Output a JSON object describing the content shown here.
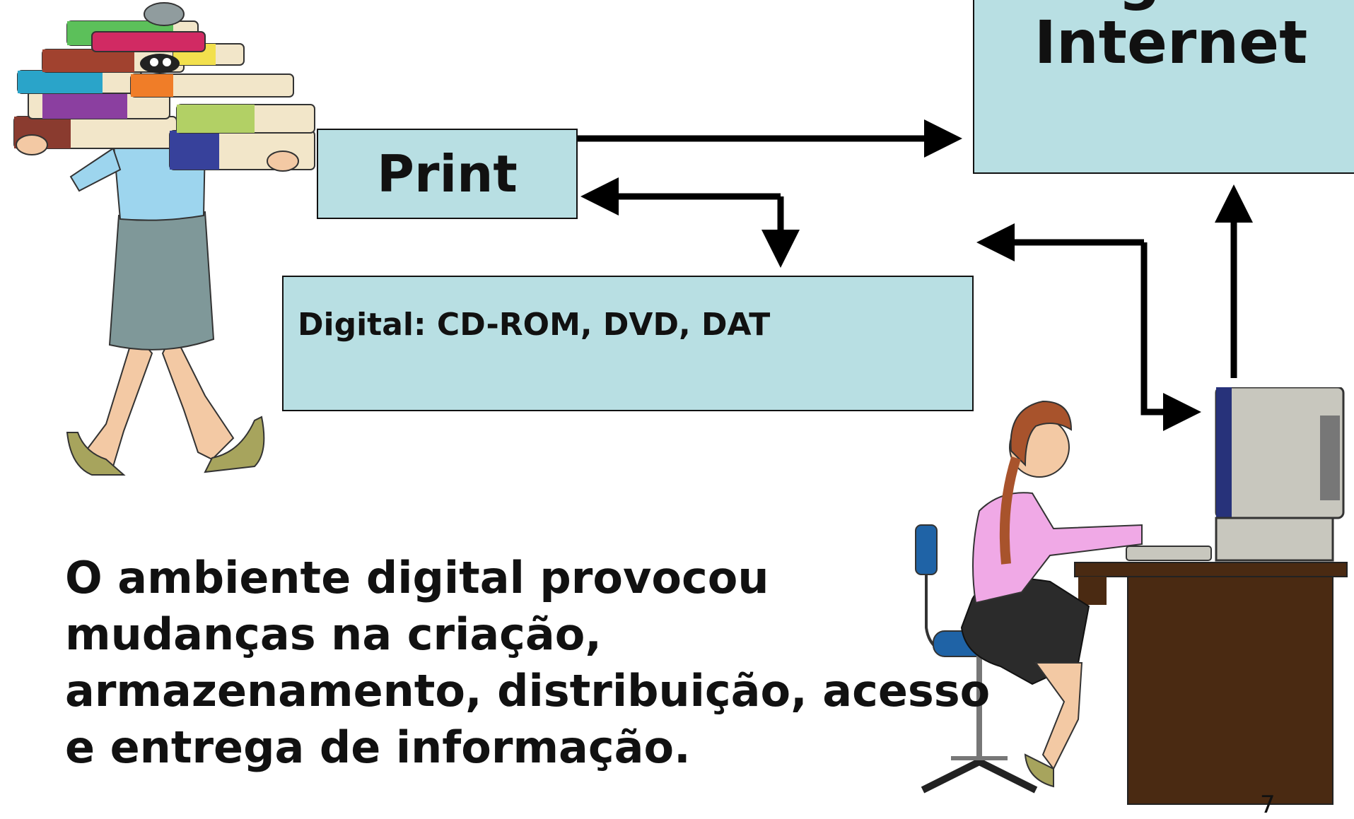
{
  "diagram": {
    "internet_box": {
      "label": "Digital:\nInternet"
    },
    "print_box": {
      "label": "Print"
    },
    "media_box": {
      "label": "Digital: CD-ROM, DVD, DAT"
    }
  },
  "statement": {
    "lines": [
      "O ambiente digital provocou",
      "mudanças na criação,",
      "armazenamento, distribuição, acesso",
      "e entrega de informação."
    ]
  },
  "page_number": "7",
  "colors": {
    "box_fill": "#b8dfe3",
    "arrow": "#000000",
    "desk": "#4a2a12",
    "blouse": "#f0a9e6",
    "chair": "#1f63a6"
  },
  "illustrations": {
    "left": "woman-carrying-books-illustration",
    "right": "woman-at-computer-illustration"
  }
}
